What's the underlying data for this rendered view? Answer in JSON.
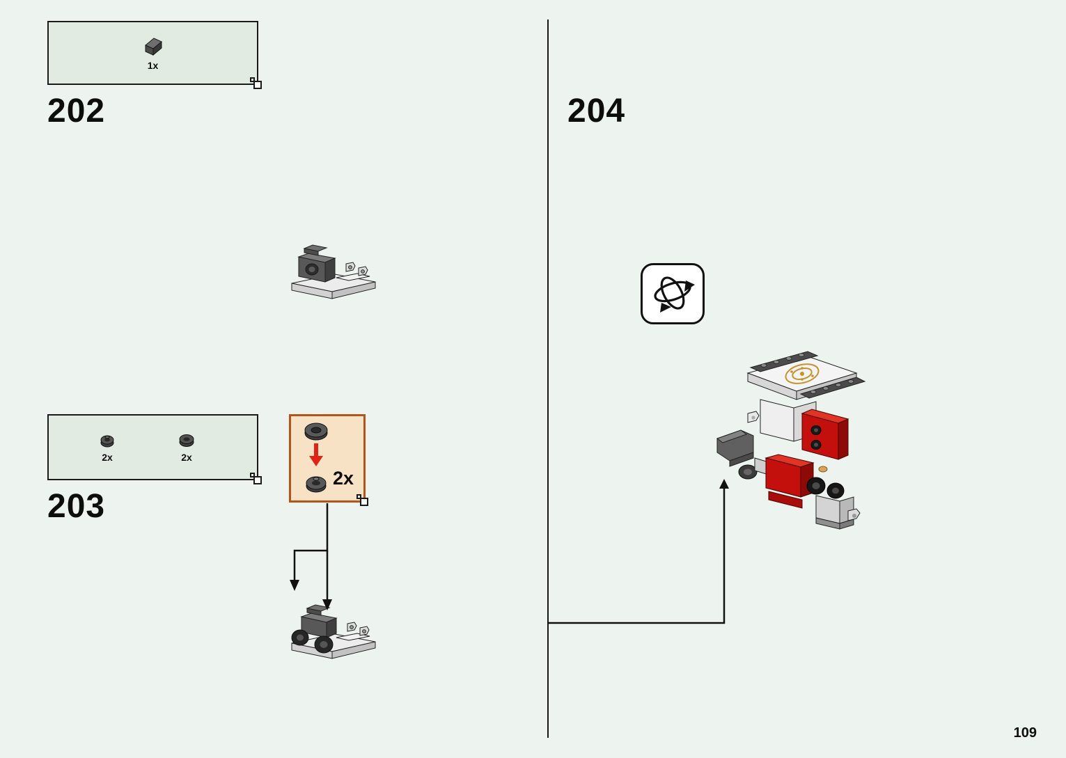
{
  "page": {
    "number": "109"
  },
  "colors": {
    "background": "#edf3ee",
    "parts_box_fill": "#e2ebe2",
    "outline": "#1a1a1a",
    "callout_fill": "#f8e2c6",
    "callout_border": "#b4541b",
    "arrow_red": "#e02313",
    "lego_red": "#c4100c",
    "gold": "#c6922b"
  },
  "steps": {
    "step202": {
      "label": "202",
      "parts": [
        {
          "piece": "dark-gray-slope-brick",
          "count": "1x"
        }
      ]
    },
    "step203": {
      "label": "203",
      "parts": [
        {
          "piece": "dark-gray-wheel-hub",
          "count": "2x"
        },
        {
          "piece": "dark-gray-tire",
          "count": "2x"
        }
      ]
    },
    "step204": {
      "label": "204",
      "symbol": "rotate-model-icon"
    }
  },
  "callout": {
    "count": "2x",
    "action": "mount-tire-on-hub"
  }
}
